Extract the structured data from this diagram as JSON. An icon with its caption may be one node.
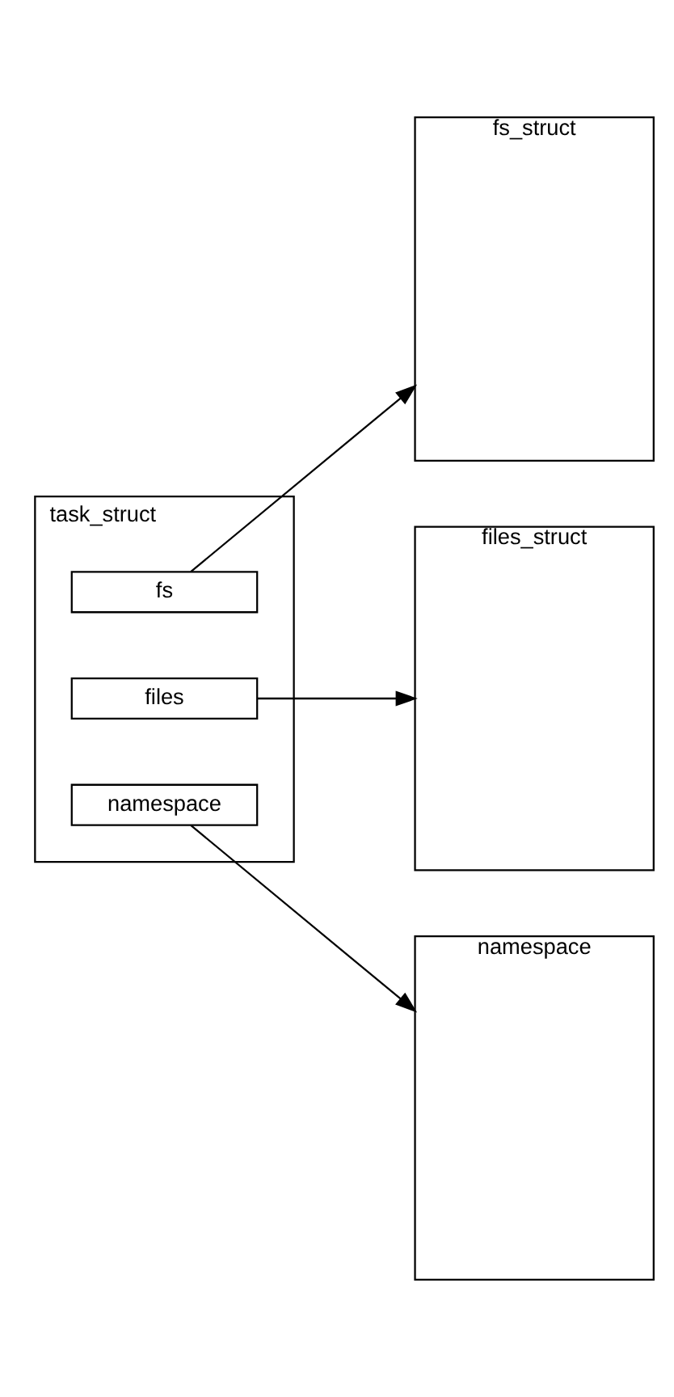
{
  "diagram": {
    "nodes": [
      {
        "text": [
          "task_struct"
        ]
      },
      {
        "text": [
          "fs"
        ],
        "in": 0
      },
      {
        "text": [
          "files"
        ],
        "in": 0
      },
      {
        "text": [
          "namespace"
        ],
        "in": 0
      },
      {
        "text": [
          "fs_struct"
        ]
      },
      {
        "text": [
          "files_struct"
        ]
      },
      {
        "text": [
          "namespace"
        ]
      }
    ],
    "edges": [
      {
        "from": 1,
        "to": 4,
        "arrow": "to"
      },
      {
        "from": 2,
        "to": 5,
        "arrow": "to"
      },
      {
        "from": 3,
        "to": 6,
        "arrow": "to"
      }
    ]
  }
}
